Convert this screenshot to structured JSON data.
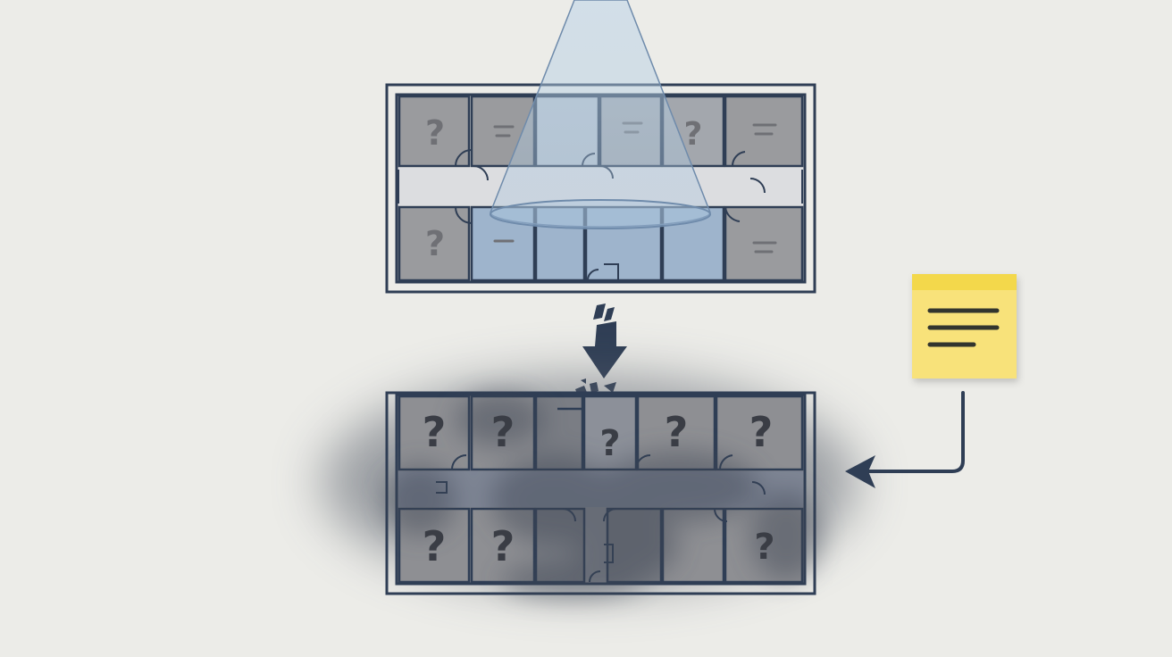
{
  "colors": {
    "background": "#ecece8",
    "wall": "#2f3e55",
    "room_unknown": "#9a9b9e",
    "room_lit": "#9eb4cc",
    "corridor": "#dcdde0",
    "fog": "#3d4452",
    "sticky_note": "#f8e27a",
    "sticky_note_top": "#f3d84c",
    "sticky_lines": "#33352f",
    "question_mark": "#6f7075",
    "question_mark_dark": "#3a3d45",
    "beam": "#a8c4dc",
    "arrow": "#2f3e55"
  },
  "icons": {
    "unknown_room": "question-mark-glyph",
    "known_room": "dash-lines-glyph",
    "note": "sticky-note-icon",
    "transition": "broken-down-arrow-icon",
    "feedback": "elbow-left-arrow-icon"
  },
  "floorplan_top": {
    "rooms": [
      {
        "id": "r1",
        "state": "unknown",
        "glyph": "?"
      },
      {
        "id": "r2",
        "state": "known",
        "glyph": ""
      },
      {
        "id": "r3",
        "state": "lit",
        "glyph": ""
      },
      {
        "id": "r4",
        "state": "known",
        "glyph": ""
      },
      {
        "id": "r5",
        "state": "unknown",
        "glyph": "?"
      },
      {
        "id": "r6",
        "state": "known",
        "glyph": ""
      },
      {
        "id": "r7",
        "state": "unknown",
        "glyph": "?"
      },
      {
        "id": "r8",
        "state": "lit",
        "glyph": ""
      },
      {
        "id": "r9",
        "state": "lit",
        "glyph": ""
      },
      {
        "id": "r10",
        "state": "lit",
        "glyph": ""
      },
      {
        "id": "r11",
        "state": "lit",
        "glyph": ""
      },
      {
        "id": "r12",
        "state": "known",
        "glyph": ""
      }
    ]
  },
  "floorplan_bottom": {
    "rooms": [
      {
        "id": "b1",
        "glyph": "?"
      },
      {
        "id": "b2",
        "glyph": "?"
      },
      {
        "id": "b3",
        "glyph": ""
      },
      {
        "id": "b4",
        "glyph": "?"
      },
      {
        "id": "b5",
        "glyph": "?"
      },
      {
        "id": "b6",
        "glyph": "?"
      },
      {
        "id": "b7",
        "glyph": "?"
      },
      {
        "id": "b8",
        "glyph": "?"
      },
      {
        "id": "b9",
        "glyph": ""
      },
      {
        "id": "b10",
        "glyph": ""
      },
      {
        "id": "b11",
        "glyph": ""
      },
      {
        "id": "b12",
        "glyph": "?"
      }
    ]
  }
}
